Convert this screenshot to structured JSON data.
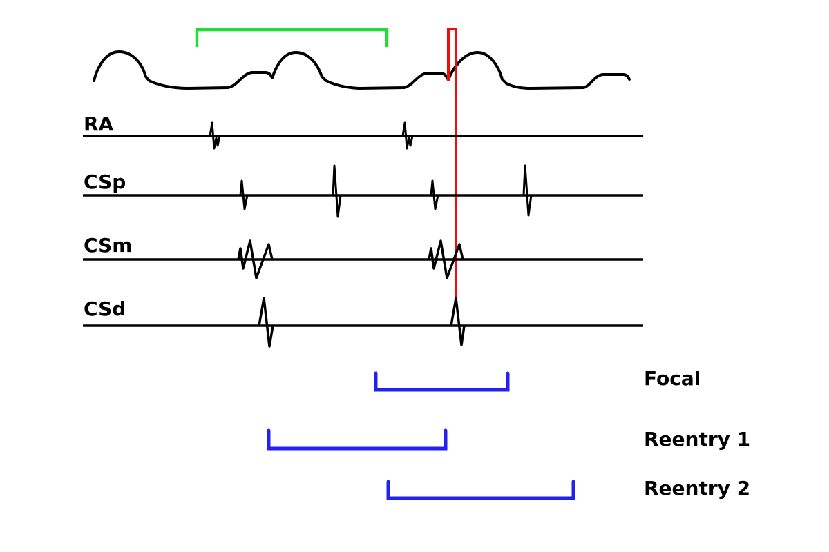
{
  "channels": [
    {
      "label": "RA"
    },
    {
      "label": "CSp"
    },
    {
      "label": "CSm"
    },
    {
      "label": "CSd"
    }
  ],
  "mechanisms": {
    "focal": "Focal",
    "reentry_1": "Reentry 1",
    "reentry_2": "Reentry 2"
  },
  "colors": {
    "black": "#000000",
    "interval_green": "#22dd33",
    "marker_red": "#f40b0b",
    "bracket_blue": "#2222ee"
  }
}
